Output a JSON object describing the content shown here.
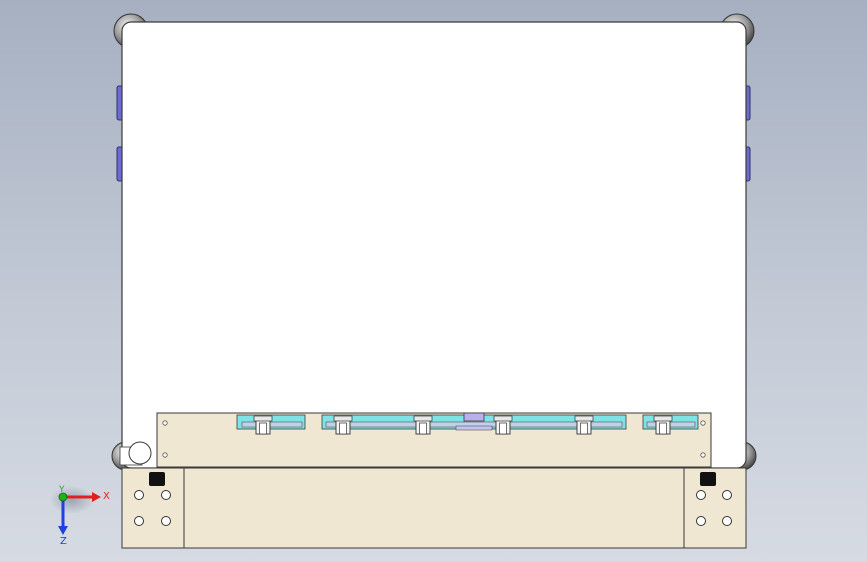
{
  "viewport": {
    "background_top": "#a6b0c1",
    "background_bottom": "#d6dbe3"
  },
  "model": {
    "panel_color": "#ffffff",
    "outline_color": "#3a3a3a",
    "base_color": "#efe7d2",
    "rail_cyan": "#7fe3e6",
    "rail_blue": "#bcd3e8",
    "handle_color": "#6b6bd0",
    "clip_count": 6
  },
  "triad": {
    "x_label": "X",
    "y_label": "Y",
    "z_label": "Z",
    "x_color": "#e02020",
    "y_color": "#20b020",
    "z_color": "#2040e0"
  }
}
